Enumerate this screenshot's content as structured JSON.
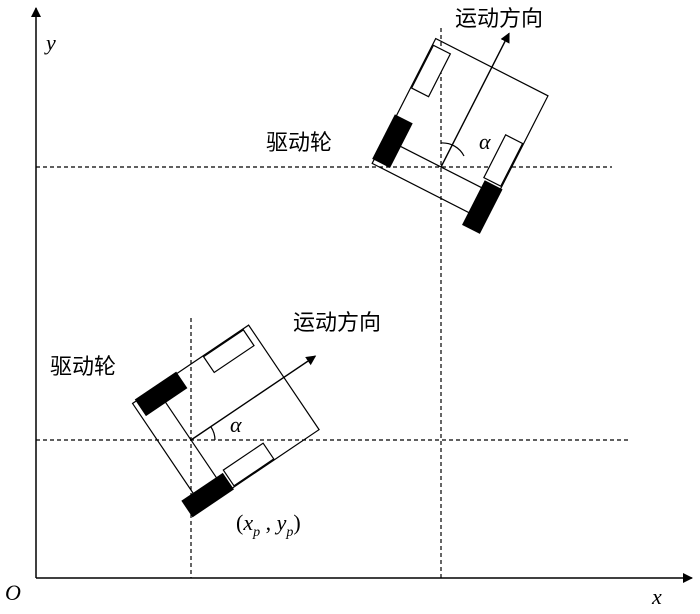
{
  "axes": {
    "origin_label": "O",
    "x_label": "x",
    "y_label": "y"
  },
  "robot_upper": {
    "direction_label": "运动方向",
    "wheel_label": "驱动轮",
    "angle_label": "α"
  },
  "robot_lower": {
    "direction_label": "运动方向",
    "wheel_label": "驱动轮",
    "angle_label": "α",
    "position_label": {
      "open": "(",
      "x": "x",
      "x_sub": "p",
      "sep": " , ",
      "y": "y",
      "y_sub": "p",
      "close": ")"
    }
  }
}
